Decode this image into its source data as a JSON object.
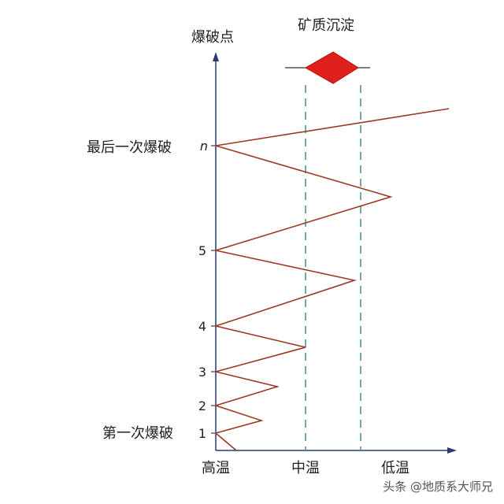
{
  "diagram": {
    "y_axis_title": "爆破点",
    "deposition_title": "矿质沉淀",
    "x_labels": {
      "high": "高温",
      "mid": "中温",
      "low": "低温"
    },
    "y_ticks": [
      "1",
      "2",
      "3",
      "4",
      "5",
      "n"
    ],
    "side_labels": {
      "first": "第一次爆破",
      "last": "最后一次爆破"
    },
    "colors": {
      "zigzag": "#9b3a22",
      "dashed": "#3f8f93",
      "diamond": "#e0201c",
      "axis": "#2a3b7a"
    }
  },
  "watermark": "头条 @地质系大师兄"
}
